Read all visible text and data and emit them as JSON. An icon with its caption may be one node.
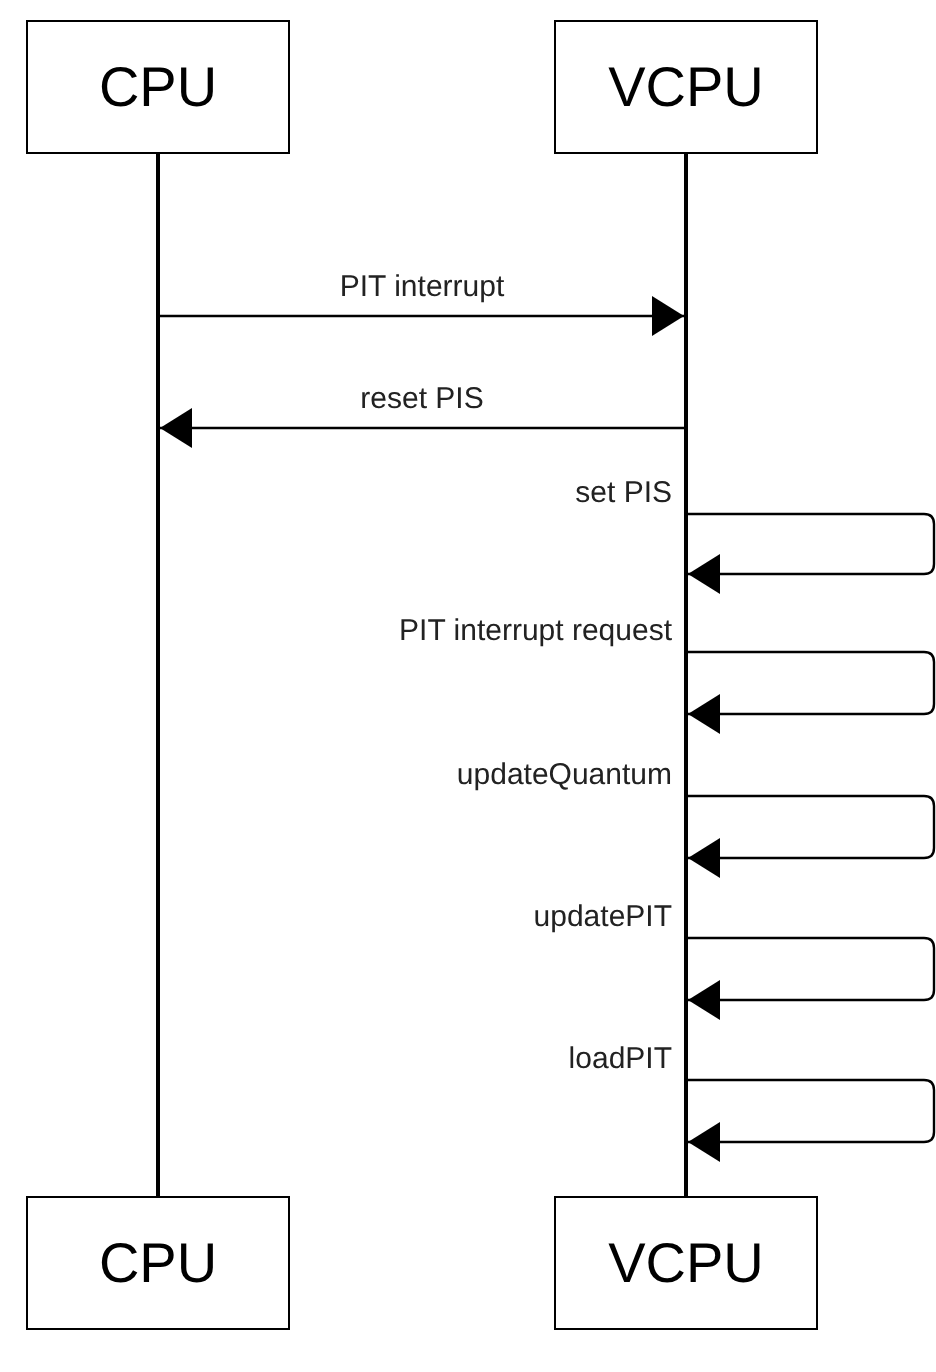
{
  "diagram": {
    "nodes": [
      {
        "text": [
          "CPU"
        ]
      },
      {
        "text": [
          "VCPU"
        ]
      },
      {
        "text": [],
        "shape": "bar"
      },
      {
        "text": [],
        "shape": "bar"
      },
      {
        "text": [
          "CPU"
        ]
      },
      {
        "text": [
          "VCPU"
        ]
      }
    ],
    "edges": [
      {
        "from": 2,
        "to": 3,
        "arrow": "to",
        "label": "PIT interrupt"
      },
      {
        "from": 3,
        "to": 2,
        "arrow": "to",
        "label": "reset PIS"
      },
      {
        "from": 3,
        "to": 3,
        "arrow": "to",
        "label": "set PIS"
      },
      {
        "from": 3,
        "to": 3,
        "arrow": "to",
        "label": "PIT interrupt request"
      },
      {
        "from": 3,
        "to": 3,
        "arrow": "to",
        "label": "updateQuantum"
      },
      {
        "from": 3,
        "to": 3,
        "arrow": "to",
        "label": "updatePIT"
      },
      {
        "from": 3,
        "to": 3,
        "arrow": "to",
        "label": "loadPIT"
      }
    ]
  }
}
